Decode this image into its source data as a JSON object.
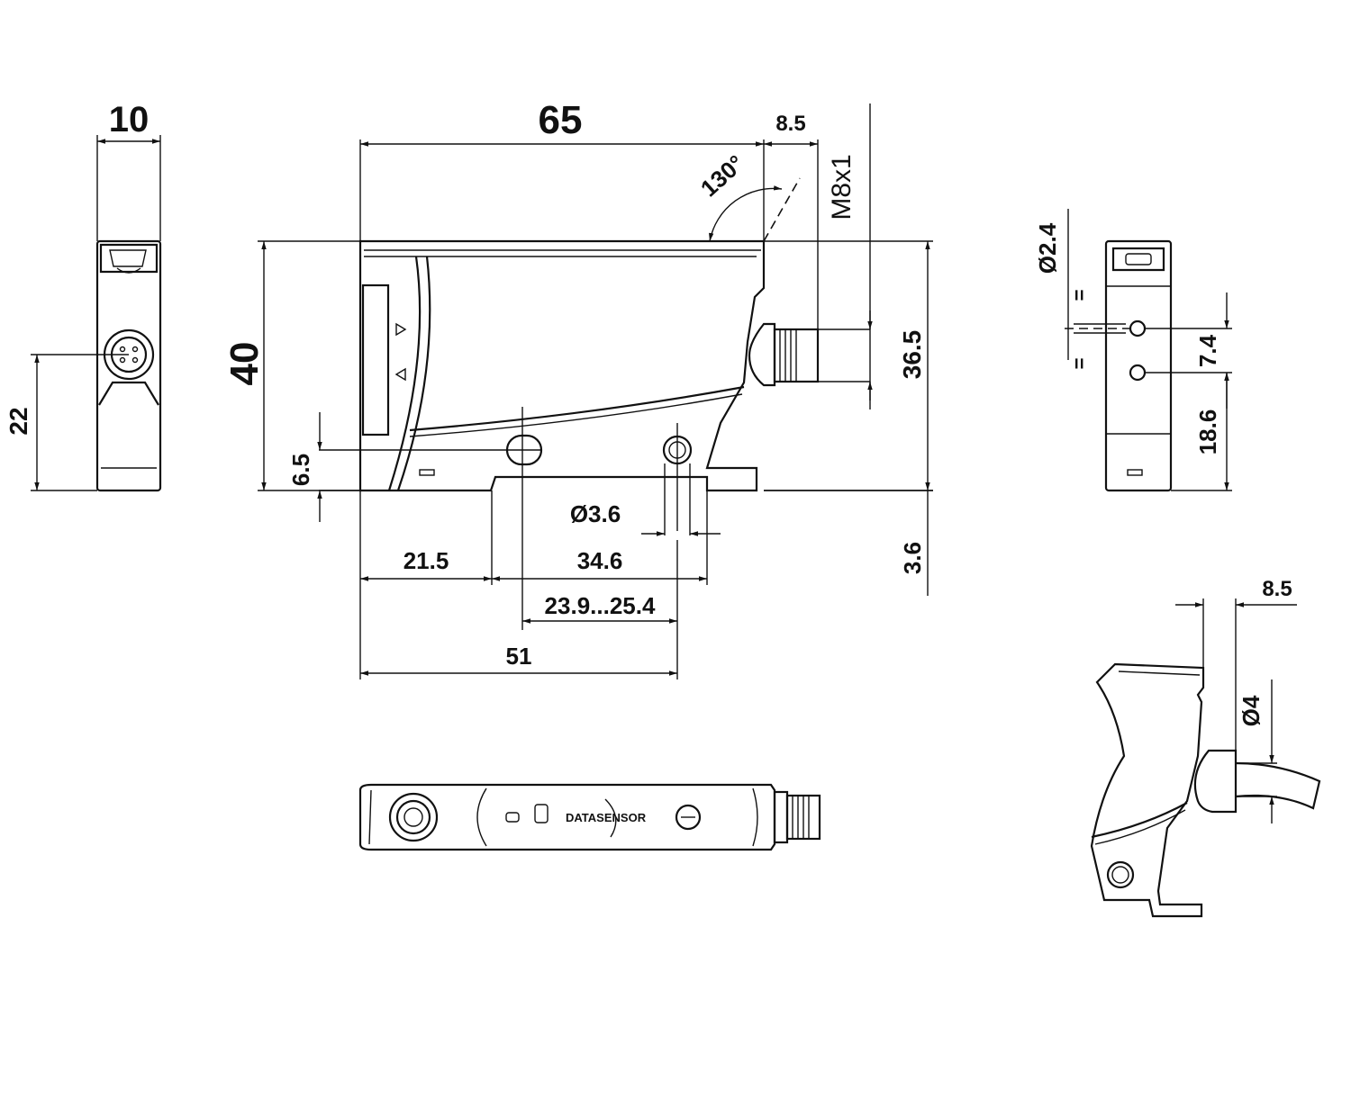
{
  "dimensions": {
    "left_width": "10",
    "left_height": "22",
    "main_length": "65",
    "connector_offset": "8.5",
    "thread": "M8x1",
    "angle": "130°",
    "height": "40",
    "connector_height": "36.5",
    "bottom_offset": "6.5",
    "hole_dia": "Ø3.6",
    "dist_21_5": "21.5",
    "dist_34_6": "34.6",
    "range": "23.9...25.4",
    "dist_51": "51",
    "dist_3_6": "3.6",
    "right_hole_dia": "Ø2.4",
    "right_7_4": "7.4",
    "right_18_6": "18.6",
    "detail_8_5": "8.5",
    "cable_dia": "Ø4"
  },
  "logo": "DATASENSOR"
}
